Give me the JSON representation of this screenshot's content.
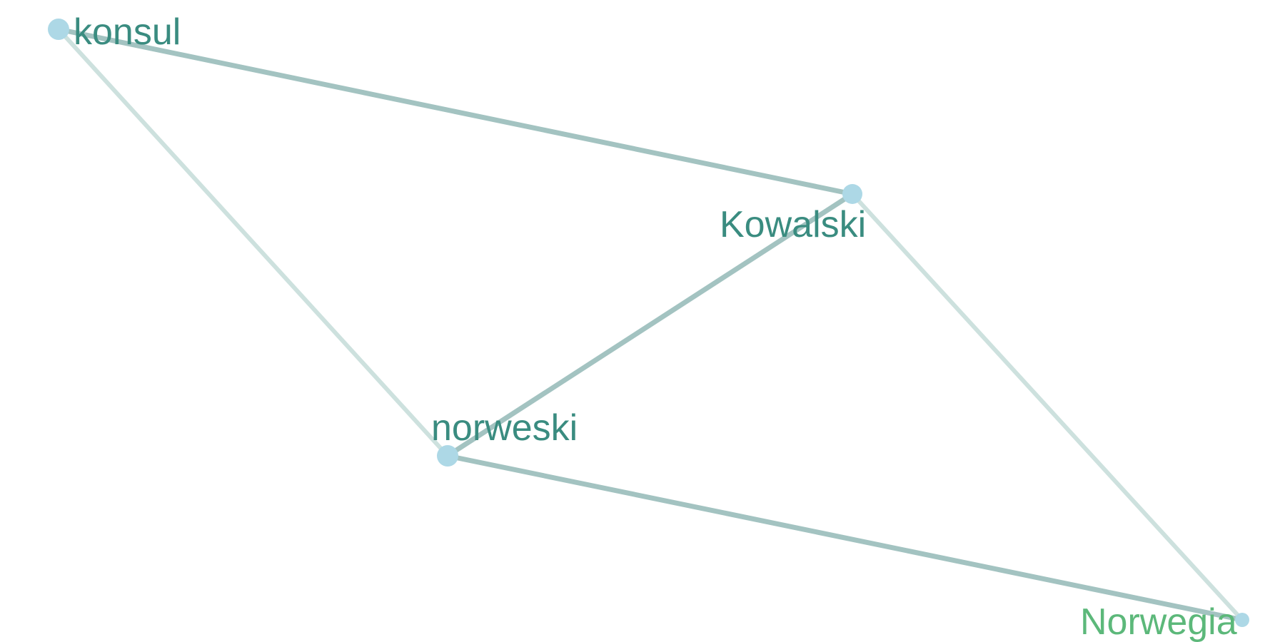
{
  "graph": {
    "nodes": [
      {
        "id": "konsul",
        "label": "konsul",
        "label_color": "#3a8c80",
        "node_color": "#add8e6",
        "weight": "large"
      },
      {
        "id": "kowalski",
        "label": "Kowalski",
        "label_color": "#3a8c80",
        "node_color": "#add8e6",
        "weight": "large"
      },
      {
        "id": "norweski",
        "label": "norweski",
        "label_color": "#3a8c80",
        "node_color": "#add8e6",
        "weight": "large"
      },
      {
        "id": "norwegia",
        "label": "Norwegia",
        "label_color": "#5cb87a",
        "node_color": "#add8e6",
        "weight": "small"
      }
    ],
    "edges": [
      {
        "source": "konsul",
        "target": "kowalski",
        "strength": "strong",
        "color": "#a3c3c1"
      },
      {
        "source": "konsul",
        "target": "norweski",
        "strength": "weak",
        "color": "#cde1de"
      },
      {
        "source": "kowalski",
        "target": "norweski",
        "strength": "strong",
        "color": "#a3c3c1"
      },
      {
        "source": "kowalski",
        "target": "norwegia",
        "strength": "weak",
        "color": "#cde1de"
      },
      {
        "source": "norweski",
        "target": "norwegia",
        "strength": "strong",
        "color": "#a3c3c1"
      }
    ]
  }
}
